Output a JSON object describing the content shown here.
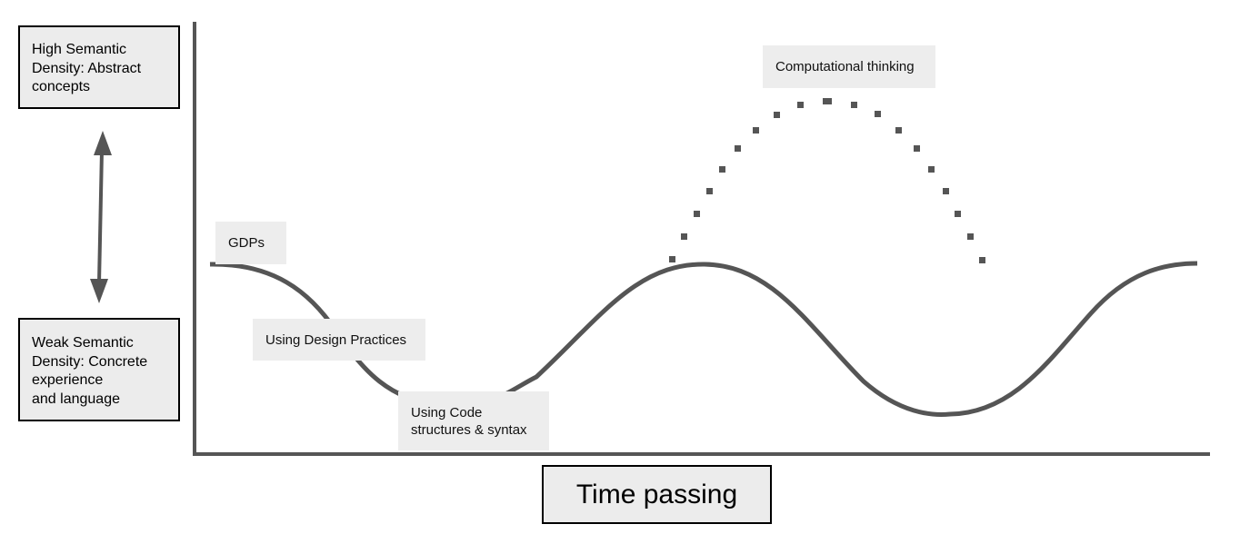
{
  "diagram": {
    "y_axis_top_label": "High Semantic\nDensity: Abstract\nconcepts",
    "y_axis_bottom_label": "Weak Semantic\nDensity: Concrete\nexperience\nand language",
    "x_axis_label": "Time passing",
    "annotations": {
      "gdps": "GDPs",
      "design_practices": "Using Design Practices",
      "code_structures": "Using Code\nstructures & syntax",
      "computational_thinking": "Computational thinking"
    },
    "colors": {
      "curve": "#555555",
      "axis": "#555555",
      "label_bg": "#ededed",
      "box_border": "#000000"
    }
  }
}
